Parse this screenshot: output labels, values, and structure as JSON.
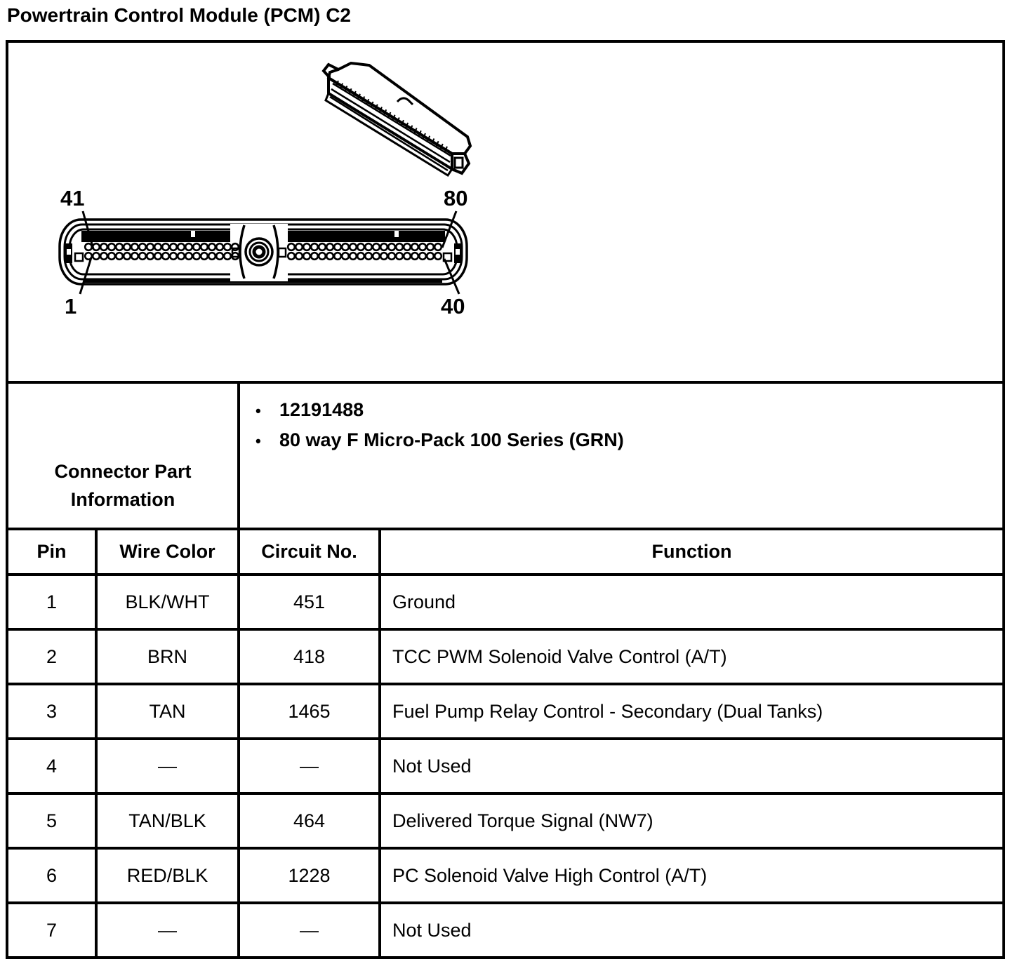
{
  "page": {
    "title": "Powertrain Control Module (PCM) C2"
  },
  "colors": {
    "ink": "#000000",
    "paper": "#ffffff"
  },
  "diagram": {
    "description": "80-way PCM C2 connector, isometric view and front pin-face view",
    "pin_labels": {
      "top_left": "41",
      "top_right": "80",
      "bottom_left": "1",
      "bottom_right": "40"
    }
  },
  "part_info": {
    "label_line1": "Connector Part",
    "label_line2": "Information",
    "bullets": [
      "12191488",
      "80 way F Micro-Pack 100 Series (GRN)"
    ]
  },
  "table": {
    "headers": [
      "Pin",
      "Wire Color",
      "Circuit No.",
      "Function"
    ],
    "rows": [
      {
        "pin": "1",
        "wire_color": "BLK/WHT",
        "circuit": "451",
        "function": "Ground"
      },
      {
        "pin": "2",
        "wire_color": "BRN",
        "circuit": "418",
        "function": "TCC PWM Solenoid Valve Control (A/T)"
      },
      {
        "pin": "3",
        "wire_color": "TAN",
        "circuit": "1465",
        "function": "Fuel Pump Relay Control - Secondary (Dual Tanks)"
      },
      {
        "pin": "4",
        "wire_color": "—",
        "circuit": "—",
        "function": "Not Used"
      },
      {
        "pin": "5",
        "wire_color": "TAN/BLK",
        "circuit": "464",
        "function": "Delivered Torque Signal (NW7)"
      },
      {
        "pin": "6",
        "wire_color": "RED/BLK",
        "circuit": "1228",
        "function": "PC Solenoid Valve High Control (A/T)"
      },
      {
        "pin": "7",
        "wire_color": "—",
        "circuit": "—",
        "function": "Not Used"
      }
    ]
  }
}
